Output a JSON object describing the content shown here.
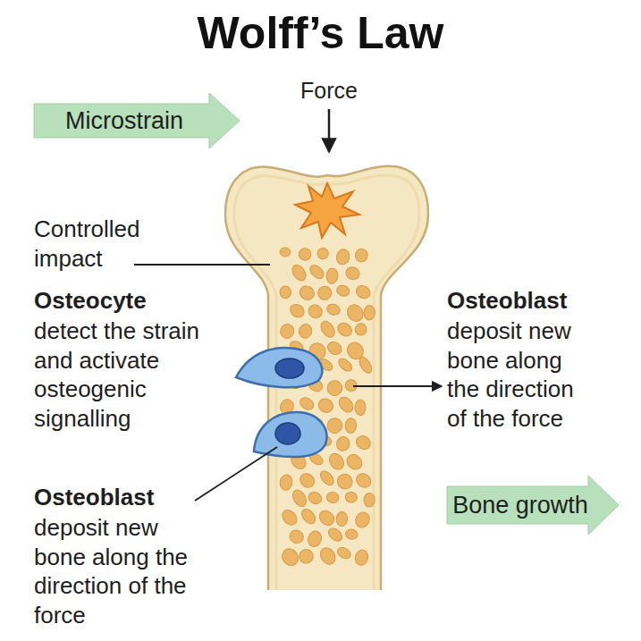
{
  "diagram": {
    "title": "Wolff’s Law",
    "nodes": [
      {
        "text": [
          "Microstrain"
        ]
      },
      {
        "text": [
          "Bone growth"
        ]
      }
    ],
    "labels": [
      "Force",
      "Controlled impact",
      "Osteocyte",
      "detect the strain and activate osteogenic signalling",
      "Osteoblast",
      "deposit new bone along the direction of the force",
      "Osteoblast",
      "deposit new bone along the direction of the force"
    ]
  }
}
